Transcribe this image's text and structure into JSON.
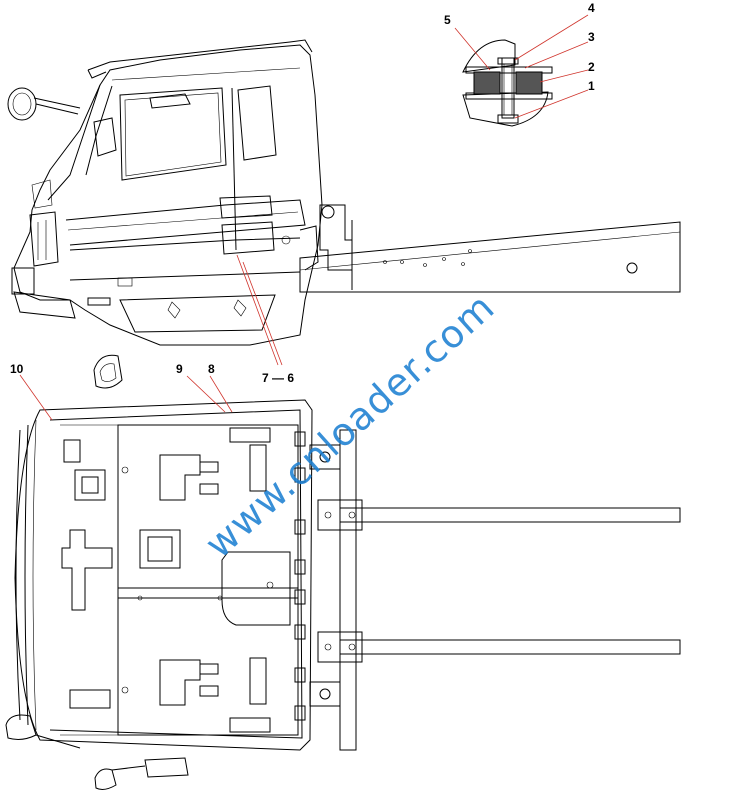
{
  "callouts": {
    "c1": "1",
    "c2": "2",
    "c3": "3",
    "c4": "4",
    "c5": "5",
    "c6": "7 — 6",
    "c8": "8",
    "c9": "9",
    "c10": "10"
  },
  "watermark": "www.cnloader.com",
  "colors": {
    "leader": "#d0342c",
    "watermark": "#1d7fd1",
    "line": "#000000"
  }
}
